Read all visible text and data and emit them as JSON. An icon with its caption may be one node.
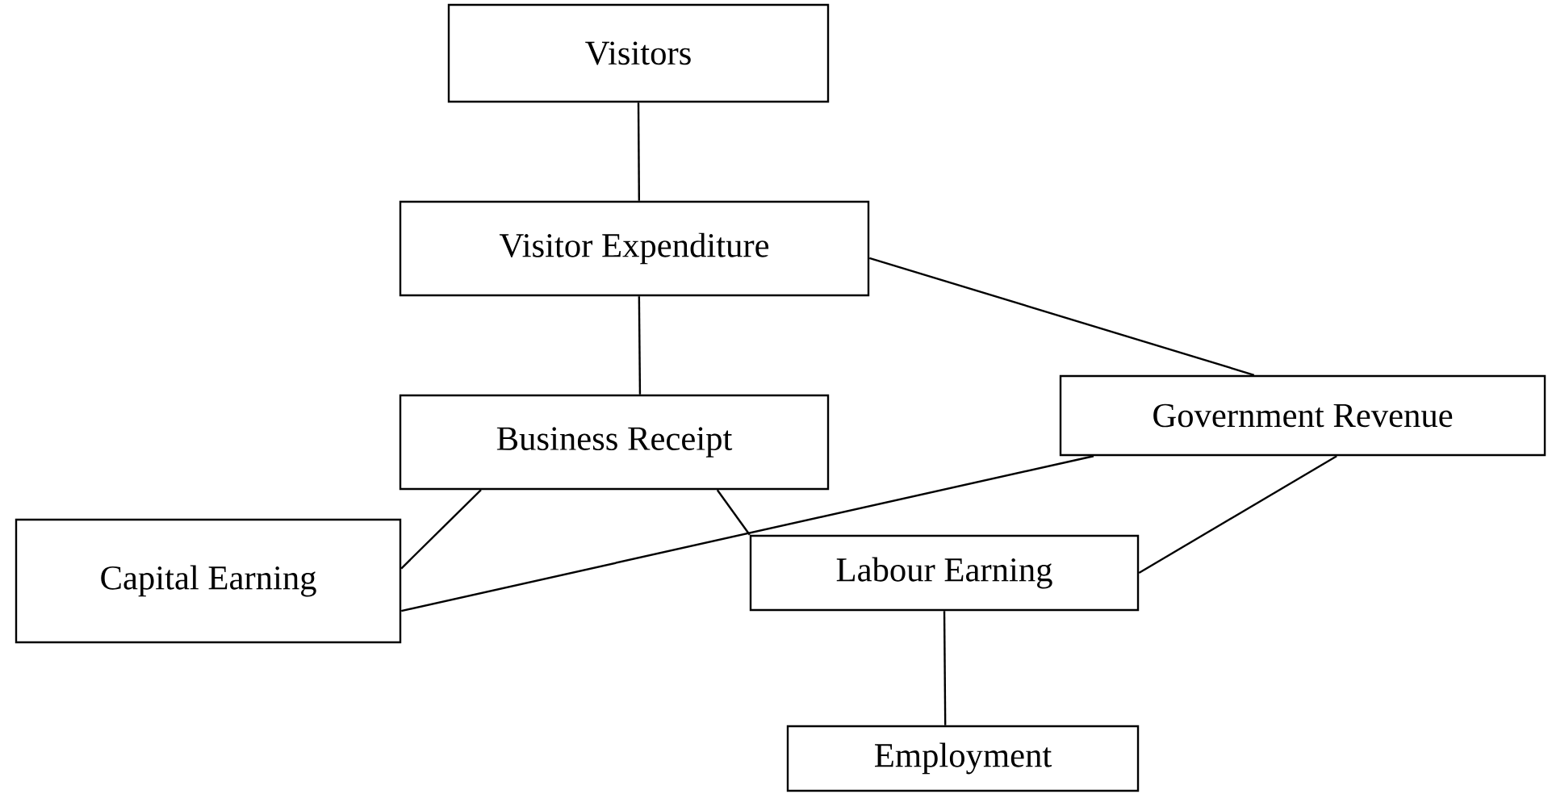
{
  "diagram": {
    "nodes": [
      {
        "text": [
          "Visitors"
        ]
      },
      {
        "text": [
          "Visitor Expenditure"
        ]
      },
      {
        "text": [
          "Business Receipt"
        ]
      },
      {
        "text": [
          "Government Revenue"
        ]
      },
      {
        "text": [
          "Capital Earning"
        ]
      },
      {
        "text": [
          "Labour Earning"
        ]
      },
      {
        "text": [
          "Employment"
        ]
      }
    ],
    "edges": [
      {
        "from": 0,
        "to": 1,
        "arrow": "none"
      },
      {
        "from": 1,
        "to": 2,
        "arrow": "none"
      },
      {
        "from": 1,
        "to": 3,
        "arrow": "none"
      },
      {
        "from": 2,
        "to": 4,
        "arrow": "none"
      },
      {
        "from": 2,
        "to": 5,
        "arrow": "none"
      },
      {
        "from": 4,
        "to": 3,
        "arrow": "none"
      },
      {
        "from": 5,
        "to": 3,
        "arrow": "none"
      },
      {
        "from": 5,
        "to": 6,
        "arrow": "none"
      }
    ]
  }
}
